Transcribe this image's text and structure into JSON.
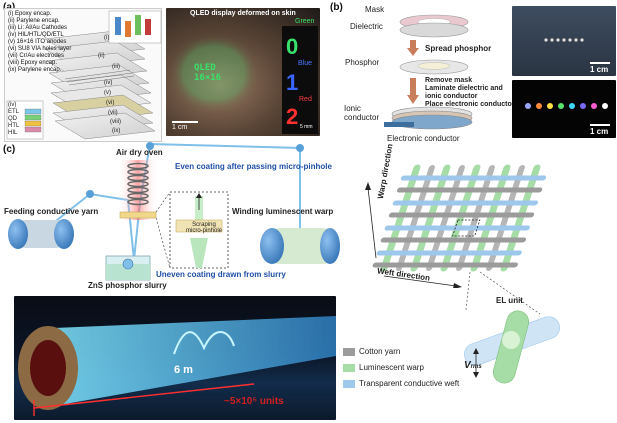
{
  "panel_a": {
    "label": "(a)",
    "layers": [
      "(i) Epoxy encap.",
      "(ii) Parylene encap.",
      "(iii) Li: Al/Au Cathodes",
      "(iv) HIL/HTL/QD/ETL",
      "(v) 16×16 ITO anodes",
      "(vi) SU8 VIA holes layer",
      "(vii) Cr/Au electrodes",
      "(viii) Epoxy encap.",
      "(ix) Parylene encap."
    ],
    "roman_marks": [
      "(i)",
      "(ii)",
      "(iii)",
      "(iv)",
      "(v)",
      "(vi)",
      "(vii)",
      "(viii)",
      "(ix)"
    ],
    "inset_layers": [
      "(iv)",
      "ETL",
      "QD",
      "HTL",
      "HIL"
    ],
    "photo_title": "QLED display deformed on skin",
    "color_labels": [
      "Green",
      "Blue",
      "Red"
    ],
    "digits": [
      "0",
      "1",
      "2"
    ],
    "scale": "1 cm",
    "small_scale": "5 mm",
    "display_text": [
      "QLED",
      "16×16"
    ]
  },
  "panel_b": {
    "label": "(b)",
    "mask": "Mask",
    "dielectric": "Dielectric",
    "step1": "Spread phosphor",
    "phosphor": "Phosphor",
    "steps2": [
      "Remove mask",
      "Laminate dielectric and",
      "ionic conductor",
      "Place electronic conductor"
    ],
    "ionic": [
      "Ionic",
      "conductor"
    ],
    "electronic": "Electronic conductor",
    "scale_top": "1 cm",
    "scale_bottom": "1 cm"
  },
  "panel_c": {
    "label": "(c)",
    "oven": "Air dry oven",
    "even": "Even coating after passing micro-pinhole",
    "feeding": "Feeding conductive yarn",
    "winding": "Winding luminescent warp",
    "scraping": [
      "Scraping",
      "micro-pinhole"
    ],
    "uneven": "Uneven coating drawn from slurry",
    "slurry": "ZnS phosphor slurry",
    "warp_dir": "Warp direction",
    "weft_dir": "Weft direction",
    "length": "6 m",
    "units": "~5×10⁵ units",
    "el_unit": "EL unit",
    "vrms": "V",
    "vrms_sub": "rms",
    "legend": [
      {
        "label": "Cotton yarn",
        "color": "#9b9b9b"
      },
      {
        "label": "Luminescent warp",
        "color": "#a6dca6"
      },
      {
        "label": "Transparent conductive weft",
        "color": "#9ec7ec"
      }
    ]
  },
  "colors": {
    "green": "#39e26b",
    "blue_label": "#1f4fa8",
    "red": "#d02020",
    "yarn_blue": "#4a88c9",
    "cotton": "#9b9b9b"
  }
}
